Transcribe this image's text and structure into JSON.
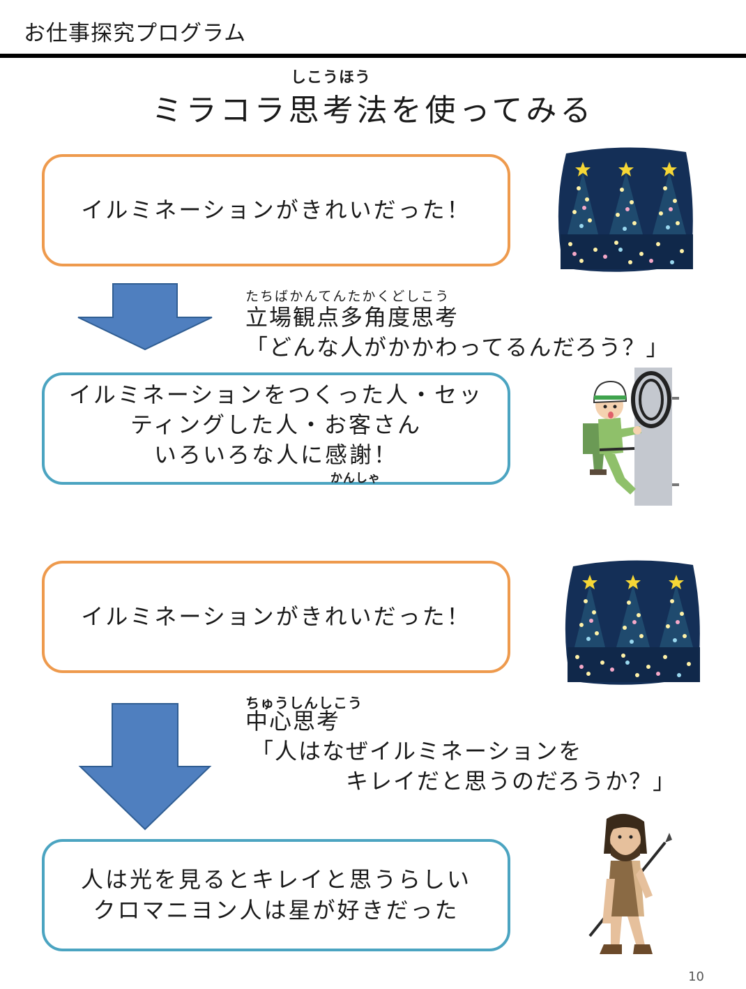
{
  "header": {
    "title": "お仕事探究プログラム"
  },
  "page": {
    "title": "ミラコラ思考法を使ってみる",
    "title_ruby": "しこうほう",
    "number": "10"
  },
  "section1": {
    "statement": "イルミネーションがきれいだった！",
    "method_ruby": "たちばかんてんたかくどしこう",
    "method": "立場観点多角度思考",
    "question": "「どんな人がかかわってるんだろう？」",
    "result_line1": "イルミネーションをつくった人・セッ",
    "result_line2": "ティングした人・お客さん",
    "result_line3": "いろいろな人に感謝！",
    "result_ruby": "かんしゃ"
  },
  "section2": {
    "statement": "イルミネーションがきれいだった！",
    "method_ruby": "ちゅうしんしこう",
    "method": "中心思考",
    "question_line1": "「人はなぜイルミネーションを",
    "question_line2": "キレイだと思うのだろうか？」",
    "result_line1": "人は光を見るとキレイと思うらしい",
    "result_line2": "クロマニヨン人は星が好きだった"
  },
  "colors": {
    "orange_border": "#ee9a4d",
    "blue_border": "#4ba4c1",
    "arrow_fill": "#4f7fbf",
    "night_sky": "#142f57"
  },
  "icons": [
    "illumination-trees-illustration",
    "utility-pole-worker-illustration",
    "cro-magnon-man-illustration",
    "down-arrow-icon"
  ]
}
